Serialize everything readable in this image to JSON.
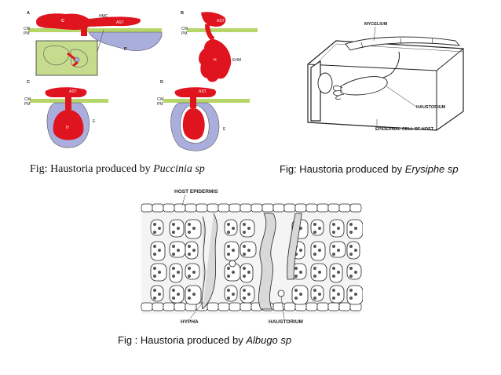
{
  "puccinia": {
    "letters": [
      "A",
      "B",
      "C",
      "D"
    ],
    "labels": {
      "c": "C",
      "hmc": "HMC",
      "ast": "AST",
      "p": "P",
      "h": "H",
      "ehm": "EHM",
      "cw": "CW",
      "pm": "PM",
      "e": "E"
    },
    "caption_prefix": "Fig: Haustoria produced by ",
    "caption_species": "Puccinia sp"
  },
  "erysiphe": {
    "labels": {
      "mycelium": "MYCELIUM",
      "haustorium": "HAUSTORIUM",
      "epidermal_cell": "EPIDERMAL CELL OF HOST"
    },
    "caption_prefix": "Fig: Haustoria produced by ",
    "caption_species": "Erysiphe sp"
  },
  "albugo": {
    "labels": {
      "host_epidermis": "HOST EPIDERMIS",
      "hypha": "HYPHA",
      "haustorium": "HAUSTORIUM"
    },
    "caption_prefix": "Fig : Haustoria produced by ",
    "caption_species": "Albugo sp"
  },
  "colors": {
    "fungus_red": "#e0141e",
    "host_cytoplasm": "#a9aedd",
    "cell_wall_green": "#b7d66a",
    "line": "#222222"
  }
}
